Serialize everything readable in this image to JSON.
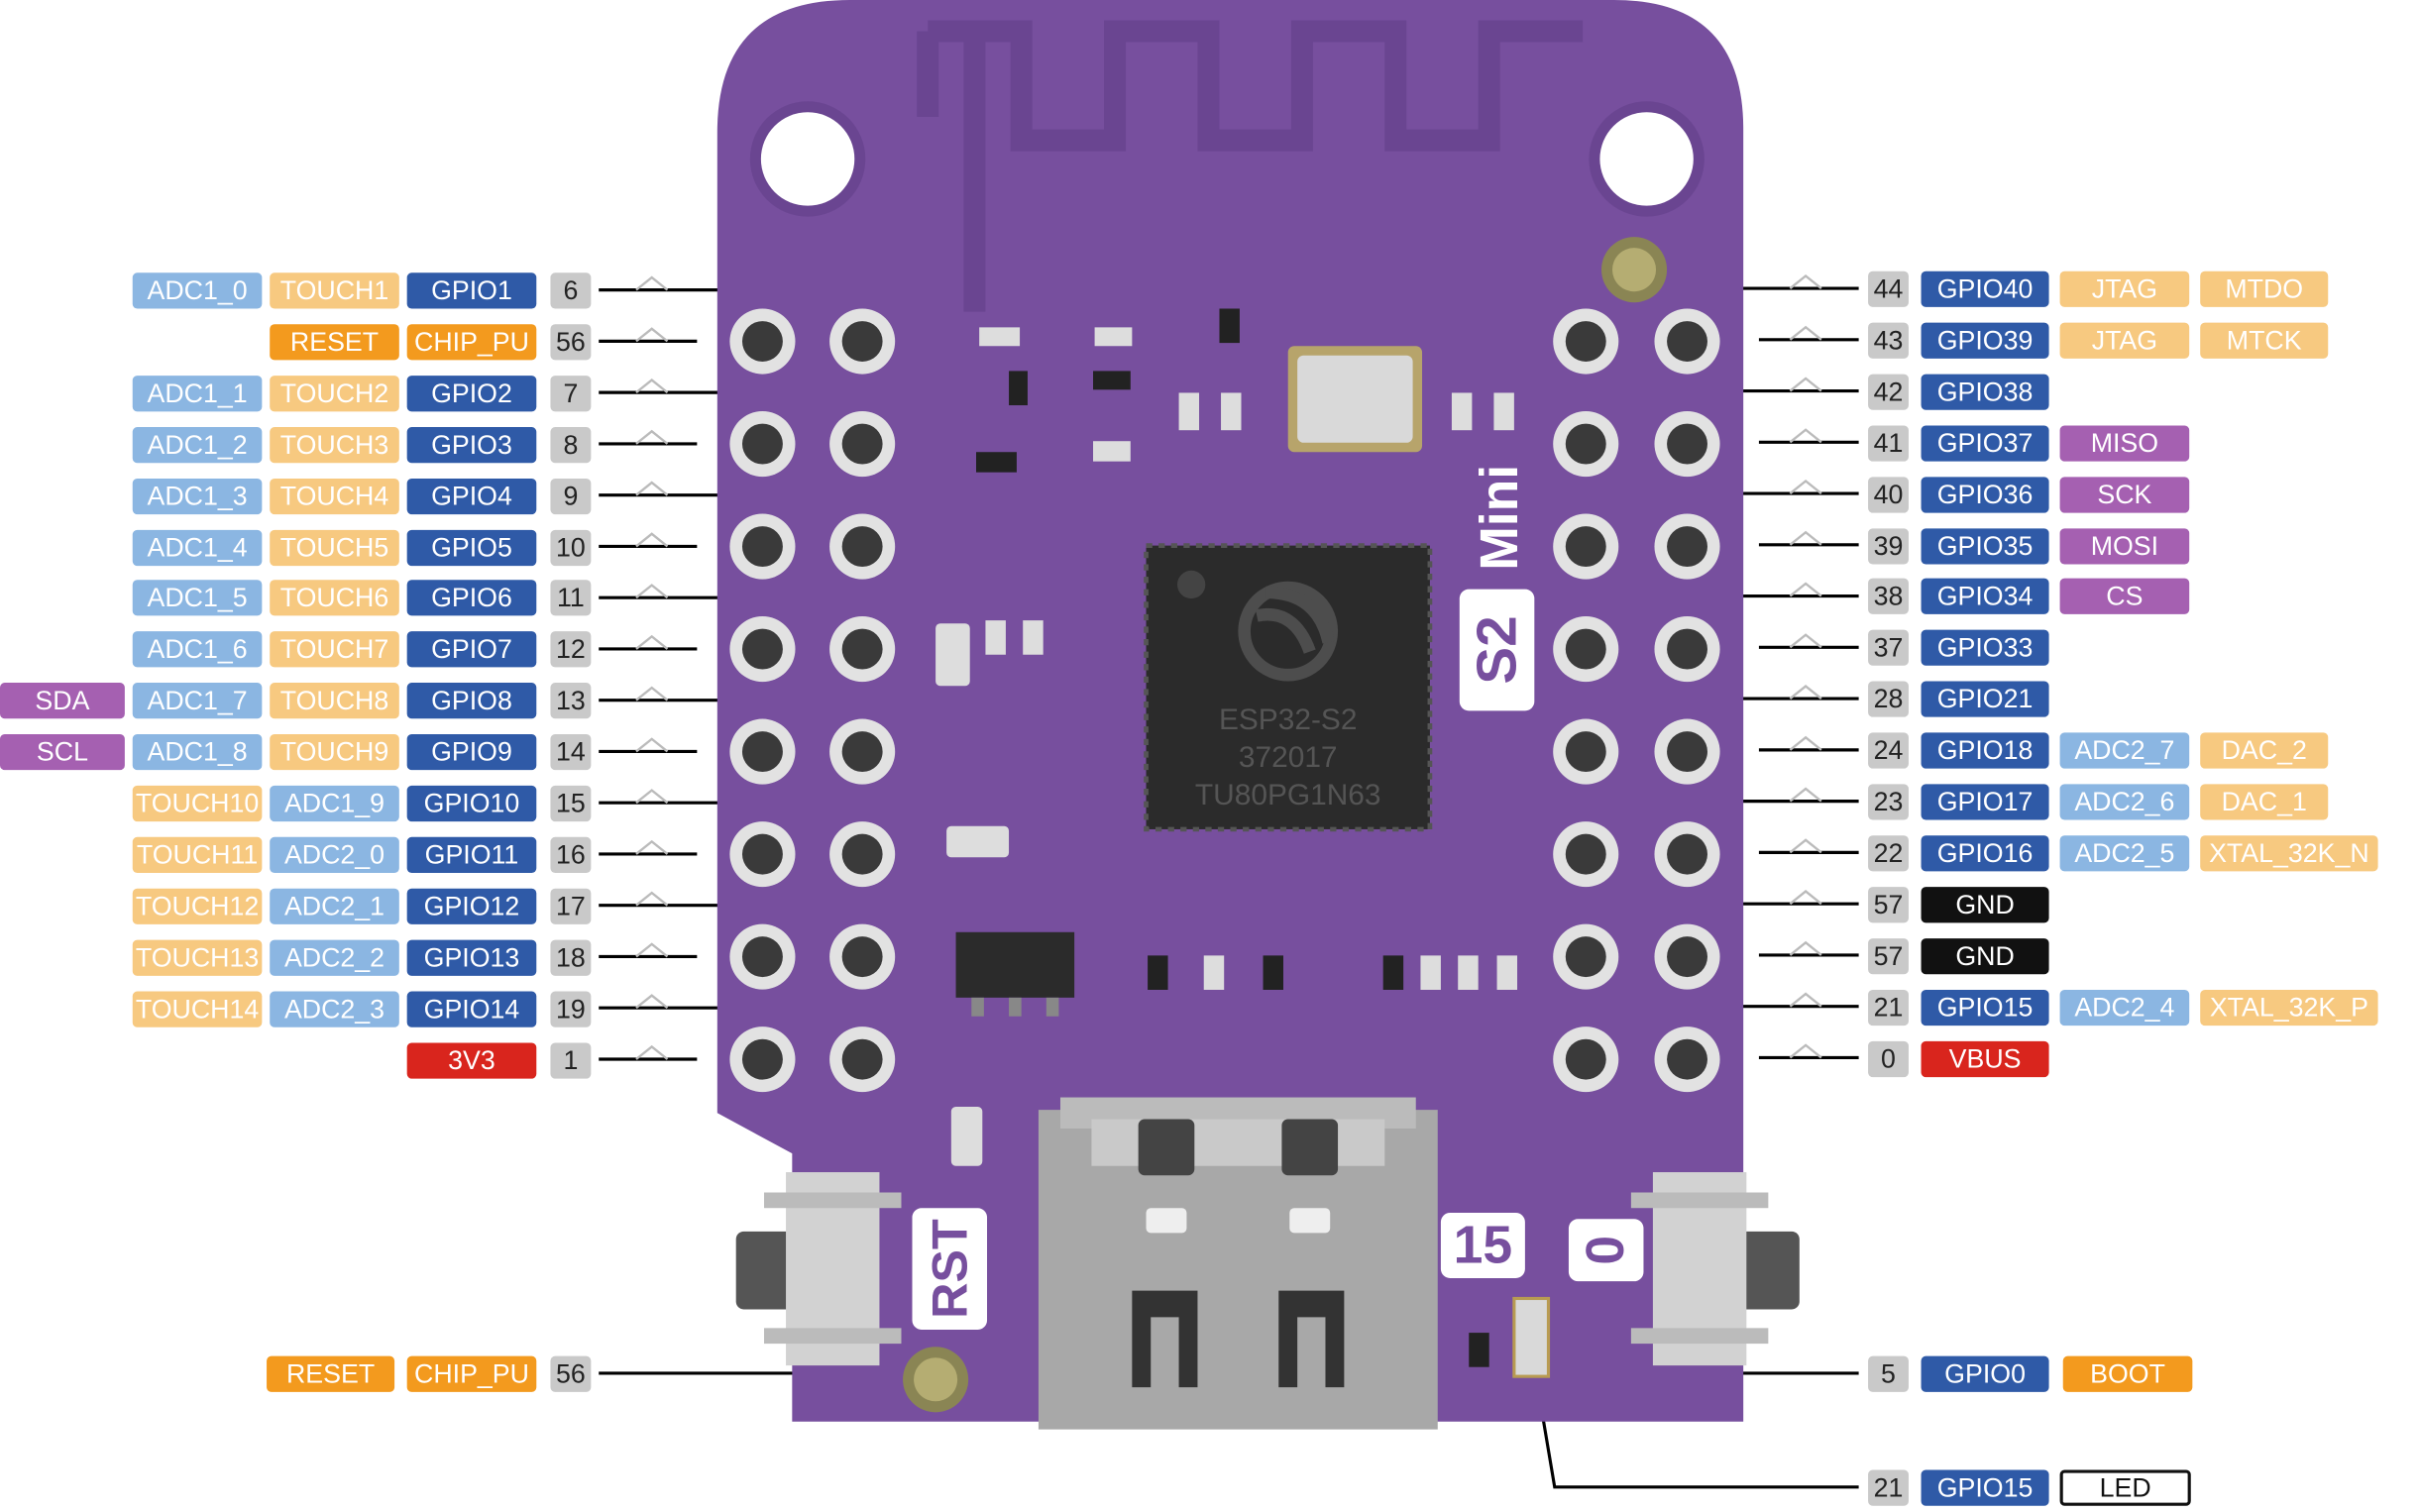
{
  "colors": {
    "board": "#774f9e",
    "pin_number": "#c9c9c9",
    "gpio": "#2f5aa7",
    "adc": "#8bb6e2",
    "touch": "#f7c980",
    "reset": "#f39a1e",
    "i2c_spi": "#a560b1",
    "power": "#d9251d",
    "ground": "#111111"
  },
  "board": {
    "chip_lines": [
      "ESP32-S2",
      "372017",
      "TU80PG1N63"
    ],
    "model": "S2 Mini",
    "model_s2": "S2",
    "model_mini": "Mini",
    "button_rst": "RST",
    "button_0": "0",
    "led_mark": "15"
  },
  "left_pins": [
    {
      "num": "6",
      "gpio": "GPIO1",
      "c1": "TOUCH1",
      "c2": "ADC1_0",
      "extra": ""
    },
    {
      "num": "56",
      "gpio": "CHIP_PU",
      "c1": "RESET",
      "c2": "",
      "extra": ""
    },
    {
      "num": "7",
      "gpio": "GPIO2",
      "c1": "TOUCH2",
      "c2": "ADC1_1",
      "extra": ""
    },
    {
      "num": "8",
      "gpio": "GPIO3",
      "c1": "TOUCH3",
      "c2": "ADC1_2",
      "extra": ""
    },
    {
      "num": "9",
      "gpio": "GPIO4",
      "c1": "TOUCH4",
      "c2": "ADC1_3",
      "extra": ""
    },
    {
      "num": "10",
      "gpio": "GPIO5",
      "c1": "TOUCH5",
      "c2": "ADC1_4",
      "extra": ""
    },
    {
      "num": "11",
      "gpio": "GPIO6",
      "c1": "TOUCH6",
      "c2": "ADC1_5",
      "extra": ""
    },
    {
      "num": "12",
      "gpio": "GPIO7",
      "c1": "TOUCH7",
      "c2": "ADC1_6",
      "extra": ""
    },
    {
      "num": "13",
      "gpio": "GPIO8",
      "c1": "TOUCH8",
      "c2": "ADC1_7",
      "extra": "SDA"
    },
    {
      "num": "14",
      "gpio": "GPIO9",
      "c1": "TOUCH9",
      "c2": "ADC1_8",
      "extra": "SCL"
    },
    {
      "num": "15",
      "gpio": "GPIO10",
      "c1": "ADC1_9",
      "c2": "TOUCH10",
      "extra": ""
    },
    {
      "num": "16",
      "gpio": "GPIO11",
      "c1": "ADC2_0",
      "c2": "TOUCH11",
      "extra": ""
    },
    {
      "num": "17",
      "gpio": "GPIO12",
      "c1": "ADC2_1",
      "c2": "TOUCH12",
      "extra": ""
    },
    {
      "num": "18",
      "gpio": "GPIO13",
      "c1": "ADC2_2",
      "c2": "TOUCH13",
      "extra": ""
    },
    {
      "num": "19",
      "gpio": "GPIO14",
      "c1": "ADC2_3",
      "c2": "TOUCH14",
      "extra": ""
    },
    {
      "num": "1",
      "gpio": "3V3",
      "c1": "",
      "c2": "",
      "extra": ""
    }
  ],
  "right_pins": [
    {
      "num": "44",
      "gpio": "GPIO40",
      "f1": "JTAG",
      "f2": "MTDO"
    },
    {
      "num": "43",
      "gpio": "GPIO39",
      "f1": "JTAG",
      "f2": "MTCK"
    },
    {
      "num": "42",
      "gpio": "GPIO38",
      "f1": "",
      "f2": ""
    },
    {
      "num": "41",
      "gpio": "GPIO37",
      "f1": "MISO",
      "f2": ""
    },
    {
      "num": "40",
      "gpio": "GPIO36",
      "f1": "SCK",
      "f2": ""
    },
    {
      "num": "39",
      "gpio": "GPIO35",
      "f1": "MOSI",
      "f2": ""
    },
    {
      "num": "38",
      "gpio": "GPIO34",
      "f1": "CS",
      "f2": ""
    },
    {
      "num": "37",
      "gpio": "GPIO33",
      "f1": "",
      "f2": ""
    },
    {
      "num": "28",
      "gpio": "GPIO21",
      "f1": "",
      "f2": ""
    },
    {
      "num": "24",
      "gpio": "GPIO18",
      "f1": "ADC2_7",
      "f2": "DAC_2"
    },
    {
      "num": "23",
      "gpio": "GPIO17",
      "f1": "ADC2_6",
      "f2": "DAC_1"
    },
    {
      "num": "22",
      "gpio": "GPIO16",
      "f1": "ADC2_5",
      "f2": "XTAL_32K_N"
    },
    {
      "num": "57",
      "gpio": "GND",
      "f1": "",
      "f2": ""
    },
    {
      "num": "57",
      "gpio": "GND",
      "f1": "",
      "f2": ""
    },
    {
      "num": "21",
      "gpio": "GPIO15",
      "f1": "ADC2_4",
      "f2": "XTAL_32K_P"
    },
    {
      "num": "0",
      "gpio": "VBUS",
      "f1": "",
      "f2": ""
    }
  ],
  "bottom": {
    "rst": {
      "num": "56",
      "name": "CHIP_PU",
      "func": "RESET"
    },
    "boot": {
      "num": "5",
      "name": "GPIO0",
      "func": "BOOT"
    },
    "led": {
      "num": "21",
      "name": "GPIO15",
      "func": "LED"
    }
  }
}
